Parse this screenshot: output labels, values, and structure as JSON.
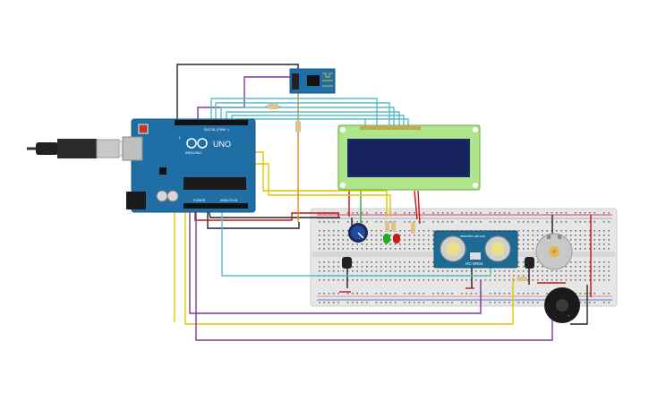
{
  "arduino": {
    "brand_text": "ARDUINO",
    "model_text": "UNO",
    "header_top_text": "DIGITAL (PWM ~)",
    "header_power_text": "POWER",
    "header_analog_text": "ANALOG IN",
    "led_label": "L"
  },
  "ultrasonic": {
    "model_text": "HC-SR04",
    "site_text": "www.elec-cle.com"
  },
  "colors": {
    "board_blue": "#1f6fa6",
    "breadboard": "#e6e6e6",
    "lcd_green": "#aee58a",
    "lcd_screen": "#1b2a6b",
    "wire_black": "#222222",
    "wire_red": "#cc1111",
    "wire_yellow": "#e5c400",
    "wire_purple": "#7a3a9a",
    "wire_cyan": "#5bbcc8",
    "wire_green": "#2ea84a",
    "wire_orange": "#e08a1e",
    "led_green": "#22aa22",
    "led_red": "#cc1a1a"
  },
  "icons": [
    "usb-cable-icon",
    "wifi-module-icon",
    "potentiometer-icon",
    "dc-motor-icon",
    "piezo-buzzer-icon",
    "lcd-icon"
  ]
}
